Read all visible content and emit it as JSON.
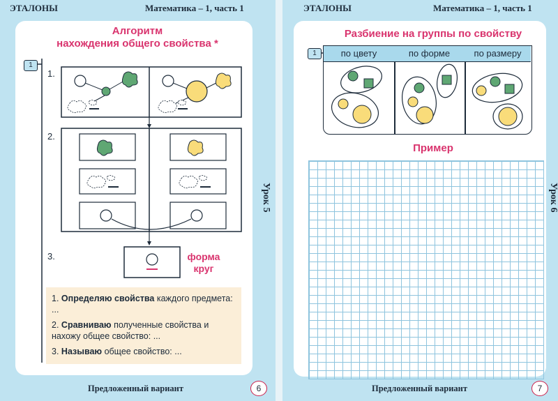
{
  "left": {
    "header_left": "ЭТАЛОНЫ",
    "header_right": "Математика – 1, часть 1",
    "title_line1": "Алгоритм",
    "title_line2": "нахождения общего свойства",
    "title_mark": "*",
    "tab": "1",
    "steps": [
      "1.",
      "2.",
      "3."
    ],
    "result_line1": "форма",
    "result_line2": "круг",
    "rules": [
      {
        "num": "1.",
        "bold": "Определяю свойства",
        "rest": " каждого предмета: ..."
      },
      {
        "num": "2.",
        "bold": "Сравниваю",
        "rest": " полученные свойства и нахожу общее свойство: ..."
      },
      {
        "num": "3.",
        "bold": "Называю",
        "rest": " общее свойство: ..."
      }
    ],
    "side_label": "Урок 5",
    "footer": "Предложенный вариант",
    "page_number": "6"
  },
  "right": {
    "header_left": "ЭТАЛОНЫ",
    "header_right": "Математика – 1, часть 1",
    "title": "Разбиение на группы по свойству",
    "tab": "1",
    "columns": [
      "по цвету",
      "по форме",
      "по размеру"
    ],
    "example": "Пример",
    "side_label": "Урок 6",
    "footer": "Предложенный вариант",
    "page_number": "7"
  },
  "colors": {
    "green": "#5fa773",
    "yellow": "#f9dc7a",
    "pink": "#d9346e",
    "page_bg": "#bfe3f1",
    "grid": "#8ec4de",
    "rule_bg": "#fbeed8"
  }
}
